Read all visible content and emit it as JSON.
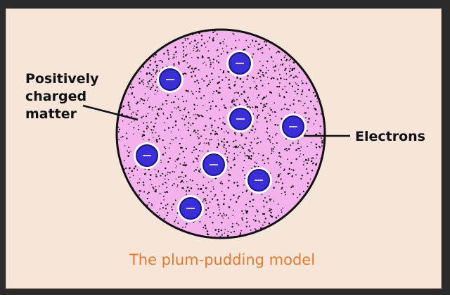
{
  "diagram": {
    "labels": {
      "matter_line1": "Positively",
      "matter_line2": "charged",
      "matter_line3": "matter",
      "electrons": "Electrons"
    },
    "caption": "The plum-pudding model",
    "colors": {
      "background_frame": "#2b2b2b",
      "panel": "#f6e6da",
      "atom_fill": "#f4b2ec",
      "atom_outline": "#111111",
      "electron_fill": "#3a2fd6",
      "electron_rim": "#1a148a",
      "caption": "#e8782a"
    },
    "electron_sign": "−"
  }
}
